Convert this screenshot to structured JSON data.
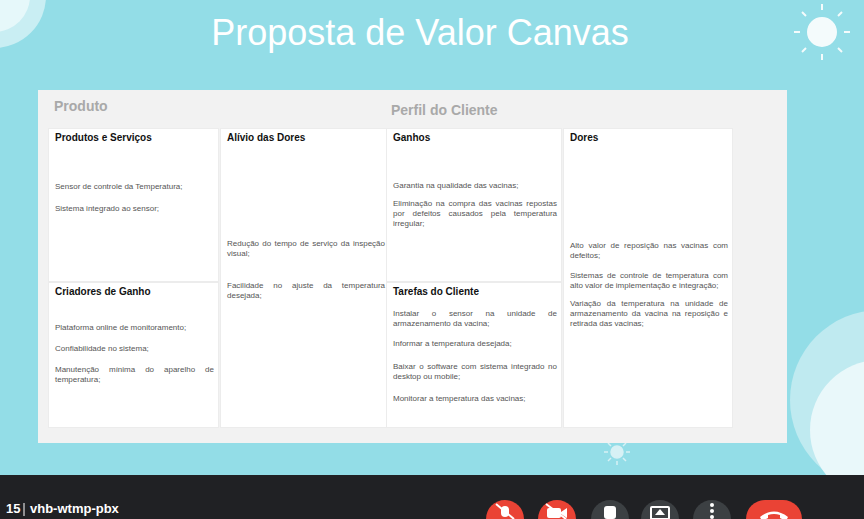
{
  "diagram": {
    "title": "Proposta de Valor Canvas",
    "nodes": [
      {
        "text": [
          "Produto"
        ]
      },
      {
        "text": [
          "Produtos e Serviços",
          "Sensor de controle da Temperatura;",
          "Sistema integrado ao sensor;"
        ],
        "in": 0
      },
      {
        "text": [
          "Alívio das Dores",
          "Redução do tempo de serviço da inspeção visual;",
          "Facilidade no ajuste da temperatura desejada;"
        ],
        "in": 0
      },
      {
        "text": [
          "Criadores de Ganho",
          "Plataforma online de monitoramento;",
          "Confiabilidade no sistema;",
          "Manutenção mínima do aparelho de temperatura;"
        ],
        "in": 0
      },
      {
        "text": [
          "Perfil do Cliente"
        ]
      },
      {
        "text": [
          "Ganhos",
          "Garantia na qualidade das vacinas;",
          "Eliminação na compra das vacinas repostas por defeitos causados pela temperatura irregular;"
        ],
        "in": 4
      },
      {
        "text": [
          "Dores",
          "Alto valor de reposição nas vacinas com defeitos;",
          "Sistemas de controle de temperatura com alto valor de implementação e integração;",
          "Variação da temperatura na unidade de armazenamento da vacina na reposição e retirada das vacinas;"
        ],
        "in": 4
      },
      {
        "text": [
          "Tarefas do Cliente",
          "Instalar o sensor na unidade de armazenamento da vacina;",
          "Informar a temperatura desejada;",
          "Baixar o software com sistema integrado no desktop ou mobile;",
          "Monitorar a temperatura das vacinas;"
        ],
        "in": 4
      }
    ],
    "labels": [
      "15",
      "vhb-wtmp-pbx"
    ]
  }
}
